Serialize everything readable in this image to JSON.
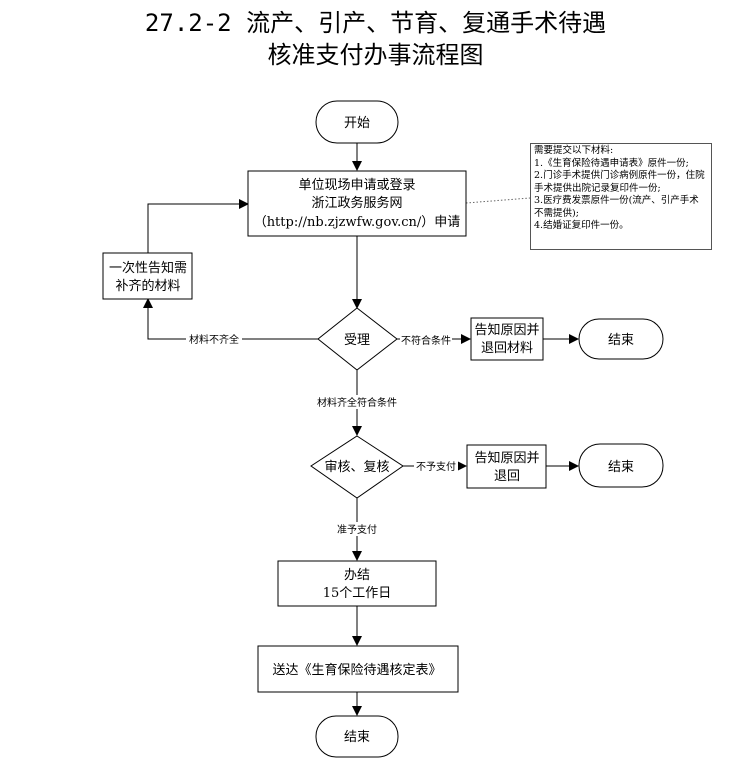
{
  "title": {
    "line1": "27.2-2 流产、引产、节育、复通手术待遇",
    "line2": "核准支付办事流程图"
  },
  "nodes": {
    "start": "开始",
    "apply_line1": "单位现场申请或登录",
    "apply_line2": "浙江政务服务网",
    "apply_line3": "（http://nb.zjzwfw.gov.cn/）申请",
    "notify_line1": "一次性告知需",
    "notify_line2": "补齐的材料",
    "accept": "受理",
    "reject1_line1": "告知原因并",
    "reject1_line2": "退回材料",
    "end1": "结束",
    "review": "审核、复核",
    "reject2_line1": "告知原因并",
    "reject2_line2": "退回",
    "end2": "结束",
    "finish_line1": "办结",
    "finish_line2": "15个工作日",
    "deliver": "送达《生育保险待遇核定表》",
    "end3": "结束"
  },
  "edges": {
    "incomplete": "材料不齐全",
    "not_qualified": "不符合条件",
    "complete": "材料齐全符合条件",
    "not_paid": "不予支付",
    "approved": "准予支付"
  },
  "note": {
    "lines": [
      "需要提交以下材料:",
      "1.《生育保险待遇申请表》原件一份;",
      "2.门诊手术提供门诊病例原件一份，住院",
      "手术提供出院记录复印件一份;",
      "3.医疗费发票原件一份(流产、引产手术",
      "不需提供);",
      "4.结婚证复印件一份。"
    ]
  }
}
